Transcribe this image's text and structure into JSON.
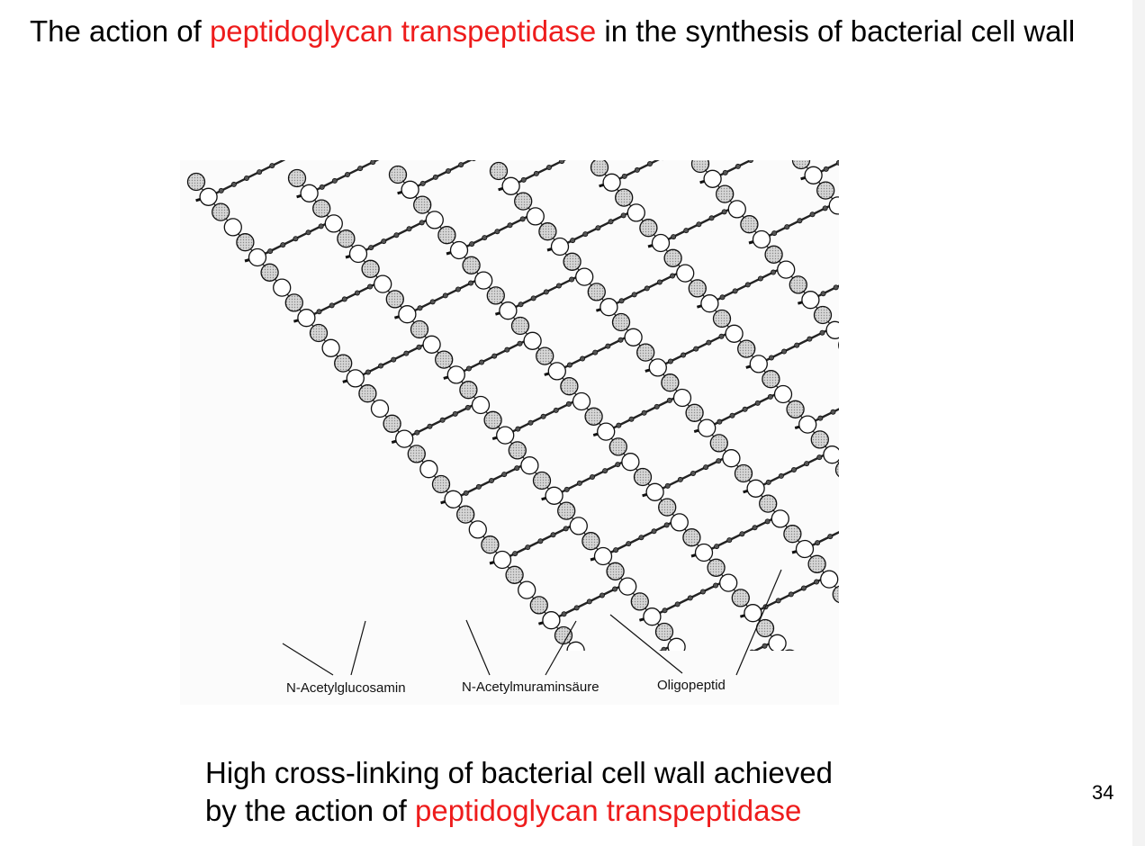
{
  "slide": {
    "title": {
      "part1": "The action of ",
      "highlight": "peptidoglycan transpeptidase",
      "part2": " in the synthesis of bacterial cell wall"
    },
    "figure": {
      "labels": {
        "glcnac": "N-Acetylglucosamin",
        "murnac": "N-Acetylmuraminsäure",
        "peptide": "Oligopeptid"
      }
    },
    "caption": {
      "line1": "High cross-linking of bacterial cell wall achieved",
      "line2_prefix": "by the action of ",
      "line2_highlight": "peptidoglycan transpeptidase"
    },
    "page_number": "34"
  },
  "colors": {
    "highlight": "#ee1c1c",
    "nag_fill": "#c8c8c8",
    "nam_fill": "#ffffff"
  }
}
